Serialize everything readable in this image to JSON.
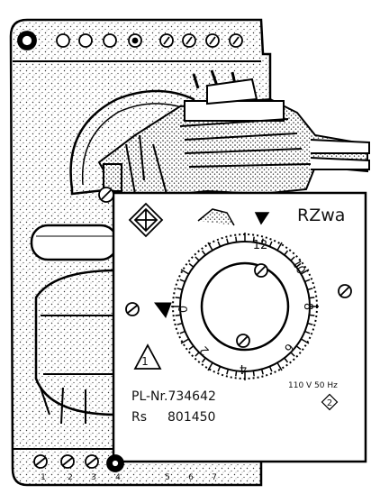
{
  "model_label": "RZwa",
  "dial_numbers": [
    "12",
    "10",
    "8",
    "6",
    "4",
    "2",
    "0"
  ],
  "marker_number": "1",
  "voltage_rating": "110 V 50 Hz",
  "frequency_badge": "2",
  "part_number": "PL-Nr.734642",
  "serial_prefix": "Rs",
  "serial_number": "801450",
  "terminal_numbers_bottom": [
    "1",
    "2",
    "3",
    "4",
    "5",
    "6",
    "7"
  ]
}
